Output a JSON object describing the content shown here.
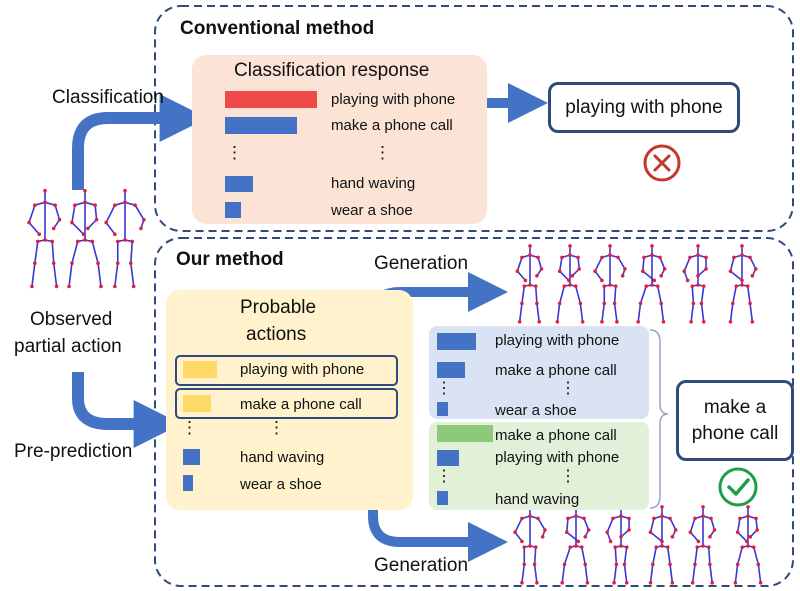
{
  "colors": {
    "dash_border": "#2f4a7d",
    "arrow": "#4472c4",
    "bar": "#4472c4",
    "bar_red": "#ef4a4a",
    "bar_yellow": "#ffd966",
    "bar_green": "#8cc97a",
    "panel_peach": "#fbe3d6",
    "panel_yellow": "#fff2cc",
    "panel_blue": "#dae3f3",
    "panel_green": "#e2f0d9",
    "cross": "#c0392b",
    "check": "#1e9e4a",
    "skeleton_bone": "#3a35d6",
    "skeleton_joint": "#e0203a"
  },
  "conventional": {
    "title": "Conventional method",
    "label_classification": "Classification",
    "response_title": "Classification response",
    "items": [
      "playing with phone",
      "make a phone call",
      "hand waving",
      "wear a shoe"
    ],
    "bar_values": [
      1.0,
      0.78,
      0.3,
      0.17
    ],
    "dots": "⋮",
    "output": "playing with phone",
    "cross_icon": "cross-circle-icon"
  },
  "left": {
    "observed_line1": "Observed",
    "observed_line2": "partial action"
  },
  "ours": {
    "title": "Our method",
    "label_preprediction": "Pre-prediction",
    "label_generation_top": "Generation",
    "label_generation_bottom": "Generation",
    "probable_line1": "Probable",
    "probable_line2": "actions",
    "probable_items": [
      "playing with phone",
      "make a phone call",
      "hand waving",
      "wear a shoe"
    ],
    "probable_bar_values": [
      0.6,
      0.5,
      0.3,
      0.17
    ],
    "blue_items": [
      "playing with phone",
      "make a phone call",
      "wear a shoe"
    ],
    "blue_bar_values": [
      0.7,
      0.5,
      0.2
    ],
    "green_items": [
      "make a phone call",
      "playing with phone",
      "hand waving"
    ],
    "green_bar_values": [
      1.0,
      0.4,
      0.2
    ],
    "dots": "⋮",
    "output_line1": "make a",
    "output_line2": "phone call",
    "check_icon": "check-circle-icon"
  }
}
